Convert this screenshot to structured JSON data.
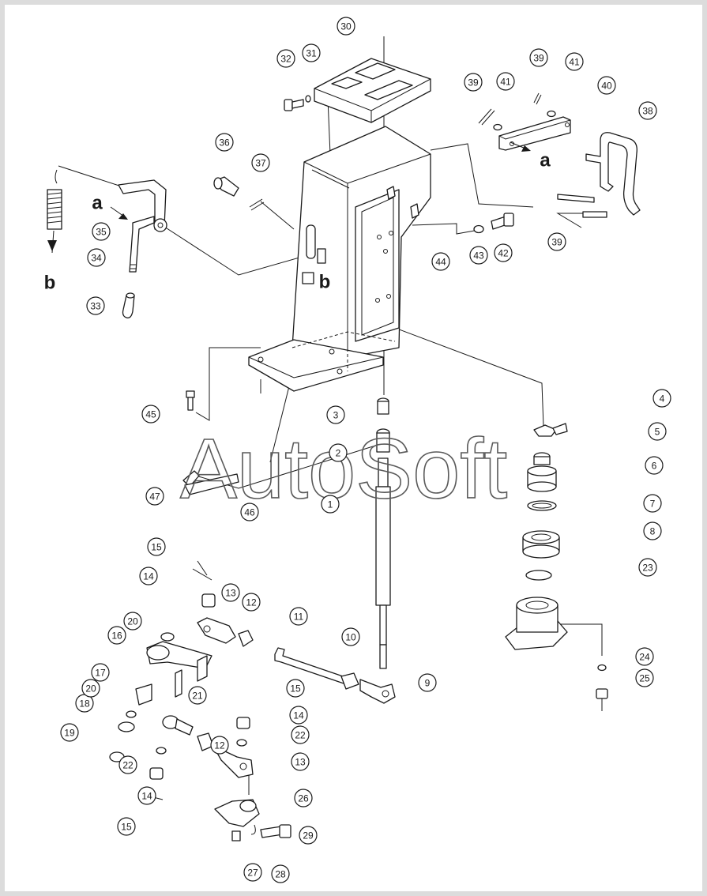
{
  "watermark": "AutoSoft",
  "callouts": [
    "1",
    "2",
    "3",
    "4",
    "5",
    "6",
    "7",
    "8",
    "9",
    "10",
    "11",
    "12",
    "12",
    "13",
    "13",
    "14",
    "14",
    "14",
    "15",
    "15",
    "15",
    "16",
    "17",
    "18",
    "19",
    "20",
    "20",
    "21",
    "22",
    "22",
    "23",
    "24",
    "25",
    "26",
    "27",
    "28",
    "29",
    "30",
    "31",
    "32",
    "33",
    "34",
    "35",
    "36",
    "37",
    "38",
    "39",
    "39",
    "39",
    "40",
    "41",
    "41",
    "42",
    "43",
    "44",
    "45",
    "46",
    "47"
  ],
  "letters": [
    "a",
    "a",
    "b",
    "b"
  ],
  "colors": {
    "background": "#ffffff",
    "frame": "#dcdcdc",
    "ink": "#1a1a1a",
    "watermark": "#5a5a5a"
  }
}
